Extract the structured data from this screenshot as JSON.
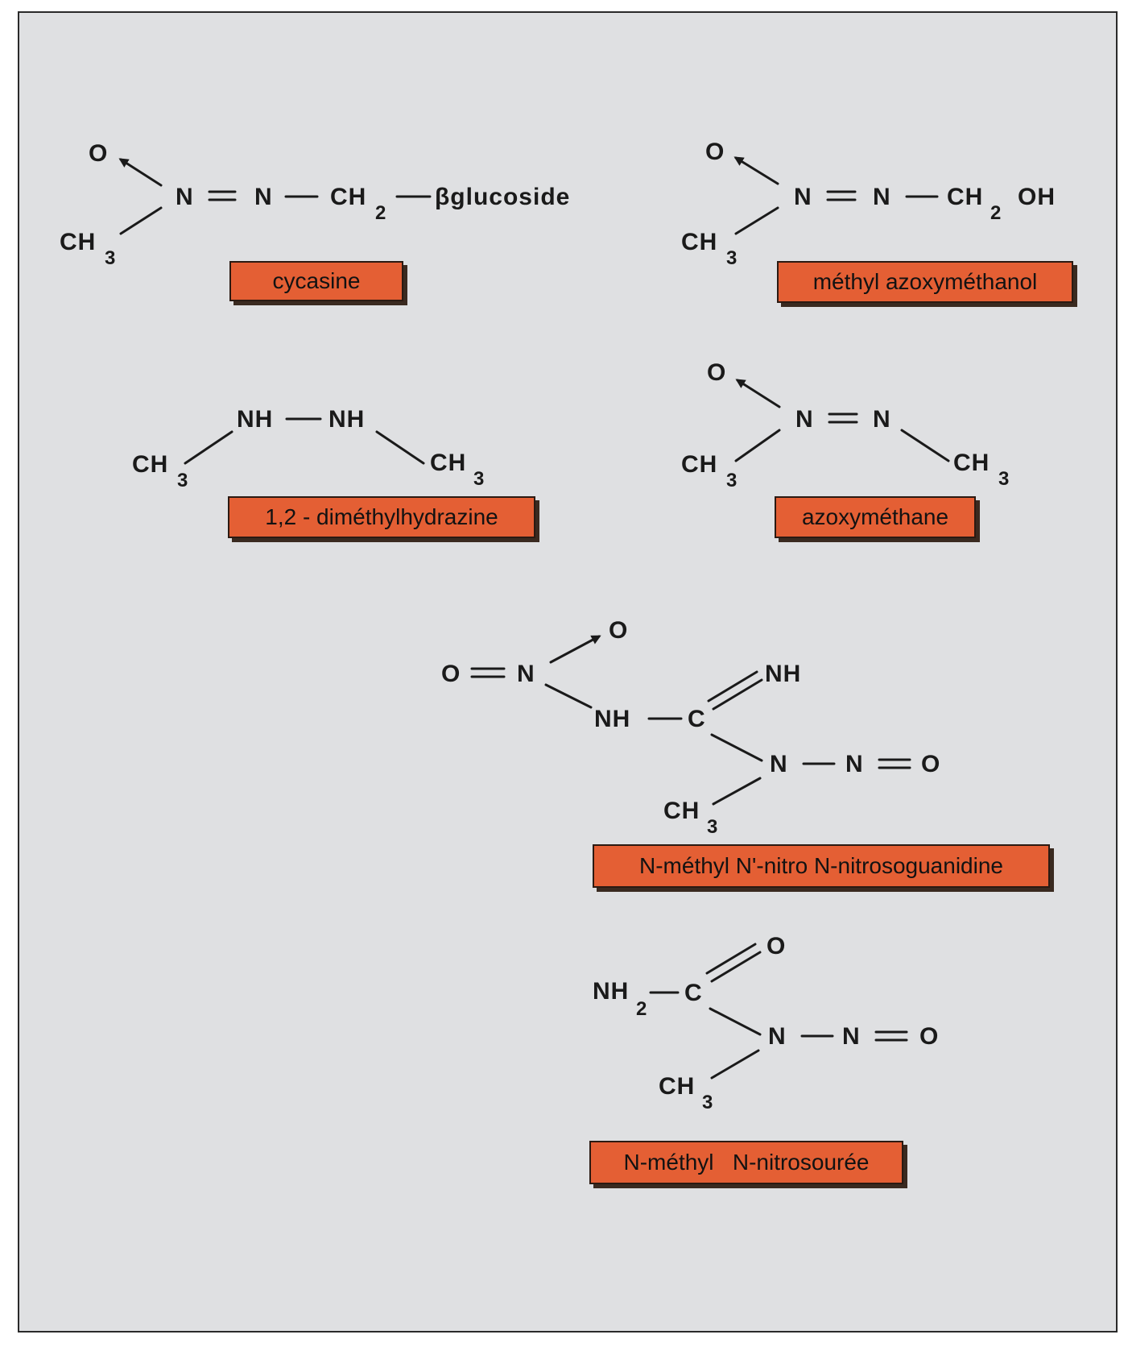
{
  "compounds": {
    "cycasine": {
      "name": "cycasine",
      "atoms": {
        "o": "O",
        "n1": "N",
        "n2": "N",
        "ch": "CH",
        "ch_sub": "2",
        "ch3": "CH",
        "ch3_sub": "3",
        "tail": "βglucoside"
      }
    },
    "methyl_azoxymethanol": {
      "name": "méthyl azoxyméthanol",
      "atoms": {
        "o": "O",
        "n1": "N",
        "n2": "N",
        "ch": "CH",
        "ch_sub": "2",
        "oh": "OH",
        "ch3": "CH",
        "ch3_sub": "3"
      }
    },
    "dimethylhydrazine": {
      "name": "1,2 - diméthylhydrazine",
      "atoms": {
        "nh1": "NH",
        "nh2": "NH",
        "ch3_left": "CH",
        "ch3_left_sub": "3",
        "ch3_right": "CH",
        "ch3_right_sub": "3"
      }
    },
    "azoxymethane": {
      "name": "azoxyméthane",
      "atoms": {
        "o": "O",
        "n1": "N",
        "n2": "N",
        "ch3_left": "CH",
        "ch3_left_sub": "3",
        "ch3_right": "CH",
        "ch3_right_sub": "3"
      }
    },
    "mnng": {
      "name": "N-méthyl N'-nitro N-nitrosoguanidine",
      "atoms": {
        "o_left": "O",
        "n_nitro": "N",
        "o_top": "O",
        "nh": "NH",
        "c": "C",
        "nh_imine": "NH",
        "n_center": "N",
        "n_nitroso": "N",
        "o_right": "O",
        "ch3": "CH",
        "ch3_sub": "3"
      }
    },
    "mnu": {
      "name": "N-méthyl   N-nitrosourée",
      "atoms": {
        "nh2": "NH",
        "nh2_sub": "2",
        "c": "C",
        "o_top": "O",
        "n_center": "N",
        "n_nitroso": "N",
        "o_right": "O",
        "ch3": "CH",
        "ch3_sub": "3"
      }
    }
  },
  "colors": {
    "background": "#dfe0e2",
    "label_fill": "#e45f34",
    "ink": "#1a1a1a"
  }
}
